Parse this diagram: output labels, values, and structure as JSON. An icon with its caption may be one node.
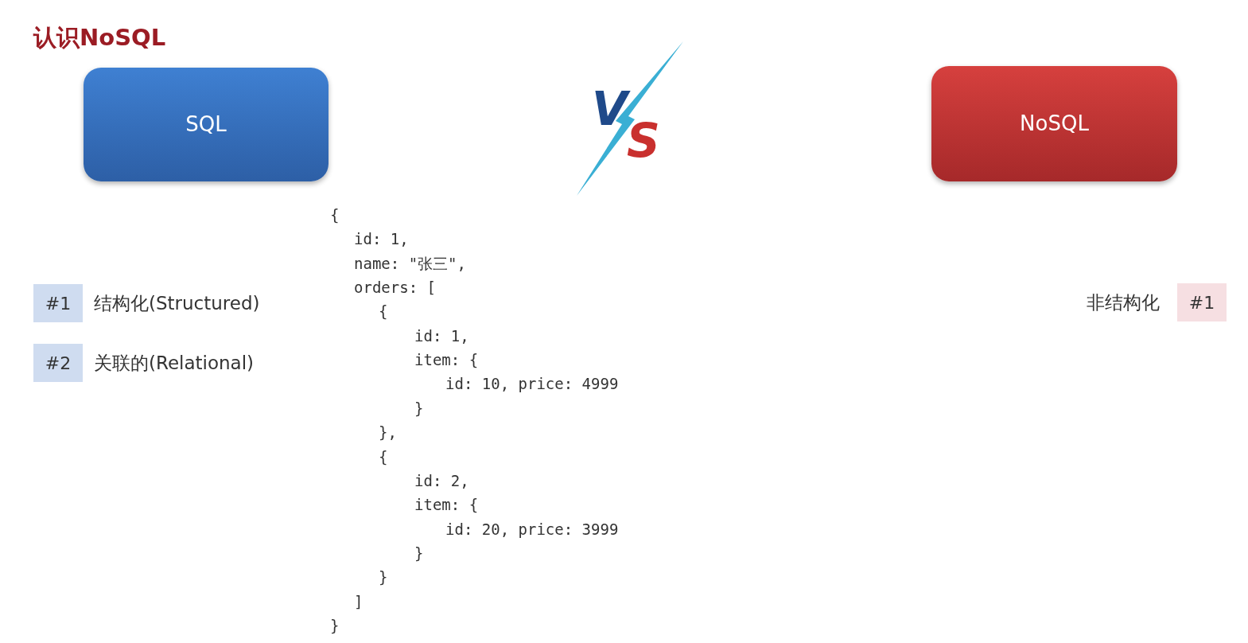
{
  "diagram": {
    "title": "认识NoSQL",
    "nodes": [
      {
        "text": [
          "SQL"
        ]
      },
      {
        "text": [
          "NoSQL"
        ]
      },
      {
        "text": [
          "#1"
        ],
        "beside": [
          "结构化(Structured)"
        ]
      },
      {
        "text": [
          "#2"
        ],
        "beside": [
          "关联的(Relational)"
        ]
      },
      {
        "text": [
          "#1"
        ],
        "beside": [
          "非结构化"
        ]
      }
    ],
    "edges": [],
    "labels": [
      "VS",
      "{",
      "id: 1,",
      "name: \"张三\",",
      "orders: [",
      "{",
      "id: 1,",
      "item: {",
      "id: 10, price: 4999",
      "}",
      "},",
      "{",
      "id: 2,",
      "item: {",
      "id: 20, price: 3999",
      "}",
      "}",
      "]",
      "}"
    ]
  }
}
